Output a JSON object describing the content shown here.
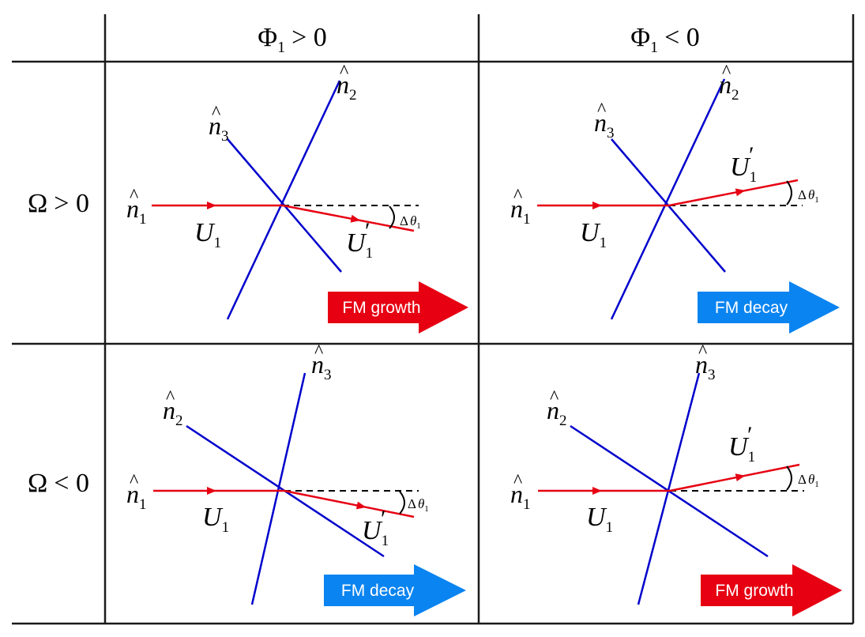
{
  "columns": [
    {
      "symbol": "Φ",
      "sub": "1",
      "rel": "> 0"
    },
    {
      "symbol": "Φ",
      "sub": "1",
      "rel": "< 0"
    }
  ],
  "rows": [
    {
      "symbol": "Ω",
      "rel": "> 0"
    },
    {
      "symbol": "Ω",
      "rel": "< 0"
    }
  ],
  "cells": [
    {
      "deflection": "down",
      "blue_top": {
        "base": "n",
        "sub": "2"
      },
      "blue_upper_left": {
        "base": "n",
        "sub": "3"
      },
      "incoming_normal": {
        "base": "n",
        "sub": "1"
      },
      "incoming_velocity": {
        "base": "U",
        "sub": "1"
      },
      "outgoing_velocity": {
        "base": "U",
        "sub": "1",
        "prime": "′"
      },
      "angle_label": {
        "delta": "Δ",
        "theta": "θ",
        "sub": "1"
      },
      "badge": {
        "text": "FM growth",
        "color": "#e60012"
      }
    },
    {
      "deflection": "up",
      "blue_top": {
        "base": "n",
        "sub": "2"
      },
      "blue_upper_left": {
        "base": "n",
        "sub": "3"
      },
      "incoming_normal": {
        "base": "n",
        "sub": "1"
      },
      "incoming_velocity": {
        "base": "U",
        "sub": "1"
      },
      "outgoing_velocity": {
        "base": "U",
        "sub": "1",
        "prime": "′"
      },
      "angle_label": {
        "delta": "Δ",
        "theta": "θ",
        "sub": "1"
      },
      "badge": {
        "text": "FM decay",
        "color": "#0a84f0"
      }
    },
    {
      "deflection": "down",
      "blue_top": {
        "base": "n",
        "sub": "3"
      },
      "blue_upper_left": {
        "base": "n",
        "sub": "2"
      },
      "incoming_normal": {
        "base": "n",
        "sub": "1"
      },
      "incoming_velocity": {
        "base": "U",
        "sub": "1"
      },
      "outgoing_velocity": {
        "base": "U",
        "sub": "1",
        "prime": "′"
      },
      "angle_label": {
        "delta": "Δ",
        "theta": "θ",
        "sub": "1"
      },
      "badge": {
        "text": "FM decay",
        "color": "#0a84f0"
      }
    },
    {
      "deflection": "up",
      "blue_top": {
        "base": "n",
        "sub": "3"
      },
      "blue_upper_left": {
        "base": "n",
        "sub": "2"
      },
      "incoming_normal": {
        "base": "n",
        "sub": "1"
      },
      "incoming_velocity": {
        "base": "U",
        "sub": "1"
      },
      "outgoing_velocity": {
        "base": "U",
        "sub": "1",
        "prime": "′"
      },
      "angle_label": {
        "delta": "Δ",
        "theta": "θ",
        "sub": "1"
      },
      "badge": {
        "text": "FM growth",
        "color": "#e60012"
      }
    }
  ],
  "colors": {
    "grid": "#1a1a1a",
    "beam": "#e60012",
    "normal_lines": "#0000cc"
  }
}
